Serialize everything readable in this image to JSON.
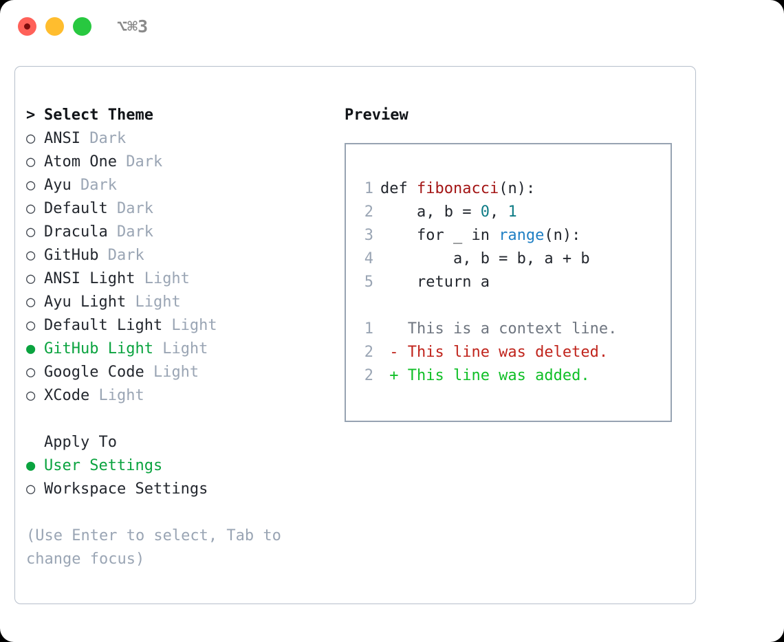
{
  "titlebar": {
    "shortcut": "⌥⌘3",
    "lights": [
      {
        "name": "close",
        "color": "#ff6159"
      },
      {
        "name": "minimize",
        "color": "#ffbd2e"
      },
      {
        "name": "maximize",
        "color": "#28c840"
      }
    ]
  },
  "theme_panel": {
    "prompt": ">",
    "title": "Select Theme",
    "radio_empty": "○",
    "radio_filled": "●",
    "items": [
      {
        "label": "ANSI",
        "variant": "Dark",
        "selected": false
      },
      {
        "label": "Atom One",
        "variant": "Dark",
        "selected": false
      },
      {
        "label": "Ayu",
        "variant": "Dark",
        "selected": false
      },
      {
        "label": "Default",
        "variant": "Dark",
        "selected": false
      },
      {
        "label": "Dracula",
        "variant": "Dark",
        "selected": false
      },
      {
        "label": "GitHub",
        "variant": "Dark",
        "selected": false
      },
      {
        "label": "ANSI Light",
        "variant": "Light",
        "selected": false
      },
      {
        "label": "Ayu Light",
        "variant": "Light",
        "selected": false
      },
      {
        "label": "Default Light",
        "variant": "Light",
        "selected": false
      },
      {
        "label": "GitHub Light",
        "variant": "Light",
        "selected": true
      },
      {
        "label": "Google Code",
        "variant": "Light",
        "selected": false
      },
      {
        "label": "XCode",
        "variant": "Light",
        "selected": false
      }
    ]
  },
  "apply_to": {
    "title": "Apply To",
    "items": [
      {
        "label": "User Settings",
        "selected": true
      },
      {
        "label": "Workspace Settings",
        "selected": false
      }
    ]
  },
  "hint": "(Use Enter to select, Tab to change focus)",
  "preview": {
    "label": "Preview",
    "code_lines": [
      {
        "num": "1",
        "tokens": [
          {
            "text": "def ",
            "kind": "kw"
          },
          {
            "text": "fibonacci",
            "kind": "fn"
          },
          {
            "text": "(n):",
            "kind": "plain"
          }
        ]
      },
      {
        "num": "2",
        "tokens": [
          {
            "text": "    a, b = ",
            "kind": "plain"
          },
          {
            "text": "0",
            "kind": "num"
          },
          {
            "text": ", ",
            "kind": "plain"
          },
          {
            "text": "1",
            "kind": "num"
          }
        ]
      },
      {
        "num": "3",
        "tokens": [
          {
            "text": "    for _ in ",
            "kind": "kw"
          },
          {
            "text": "range",
            "kind": "call"
          },
          {
            "text": "(n):",
            "kind": "plain"
          }
        ]
      },
      {
        "num": "4",
        "tokens": [
          {
            "text": "        a, b = b, a + b",
            "kind": "plain"
          }
        ]
      },
      {
        "num": "5",
        "tokens": [
          {
            "text": "    return a",
            "kind": "kw"
          }
        ]
      }
    ],
    "diff_lines": [
      {
        "num": "1",
        "sign": " ",
        "text": "This is a context line.",
        "kind": "context"
      },
      {
        "num": "2",
        "sign": "-",
        "text": "This line was deleted.",
        "kind": "deleted"
      },
      {
        "num": "2",
        "sign": "+",
        "text": "This line was added.",
        "kind": "added"
      }
    ]
  },
  "colors": {
    "accent_green": "#0aa33f",
    "muted": "#9aa5b4",
    "text": "#23272e",
    "fn_red": "#a31515",
    "num_teal": "#0f7c86",
    "call_blue": "#1f7fc4",
    "diff_add": "#10bf27",
    "diff_del": "#c0241c",
    "border": "#b6bfcb"
  }
}
